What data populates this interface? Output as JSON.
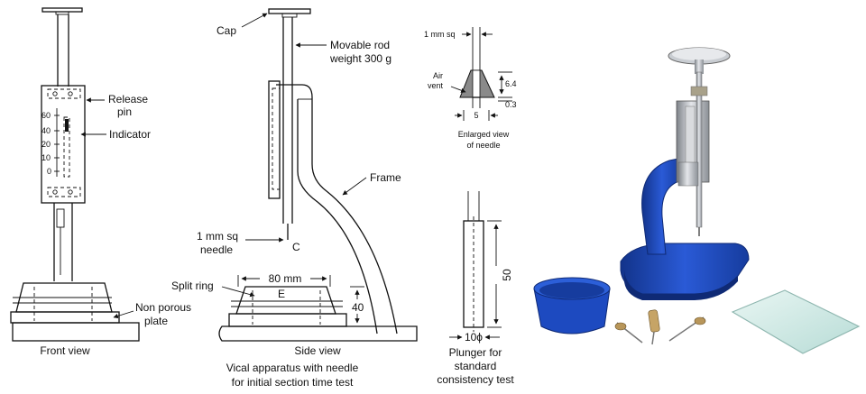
{
  "front_view": {
    "release_pin": [
      "Release",
      "pin"
    ],
    "indicator": "Indicator",
    "non_porous_plate": [
      "Non porous",
      "plate"
    ],
    "scale_ticks": [
      "60",
      "40",
      "20",
      "10",
      "0"
    ],
    "caption": "Front view"
  },
  "side_view": {
    "cap": "Cap",
    "movable_rod": [
      "Movable rod",
      "weight 300 g"
    ],
    "frame": "Frame",
    "needle": [
      "1 mm sq",
      "needle"
    ],
    "needle_point": "C",
    "split_ring": "Split ring",
    "ring_letter": "E",
    "ring_width": "80 mm",
    "ring_height": "40",
    "caption": [
      "Side view",
      "Vical apparatus with needle",
      "for initial section time test"
    ]
  },
  "needle_detail": {
    "width_top": "1 mm sq",
    "air_vent": [
      "Air",
      "vent"
    ],
    "height_a": "6.4",
    "height_b": "0.3",
    "width_bottom": "5",
    "caption": [
      "Enlarged view",
      "of needle"
    ]
  },
  "plunger": {
    "length": "50",
    "diameter": "10ϕ",
    "caption": [
      "Plunger for",
      "standard",
      "consistency test"
    ]
  },
  "colors": {
    "stand_blue": "#1f4fc4",
    "stand_blue_dark": "#12338a",
    "mould_blue": "#1d4ac0",
    "steel": "#b8bcc2",
    "glass": "#cfe8e4"
  }
}
